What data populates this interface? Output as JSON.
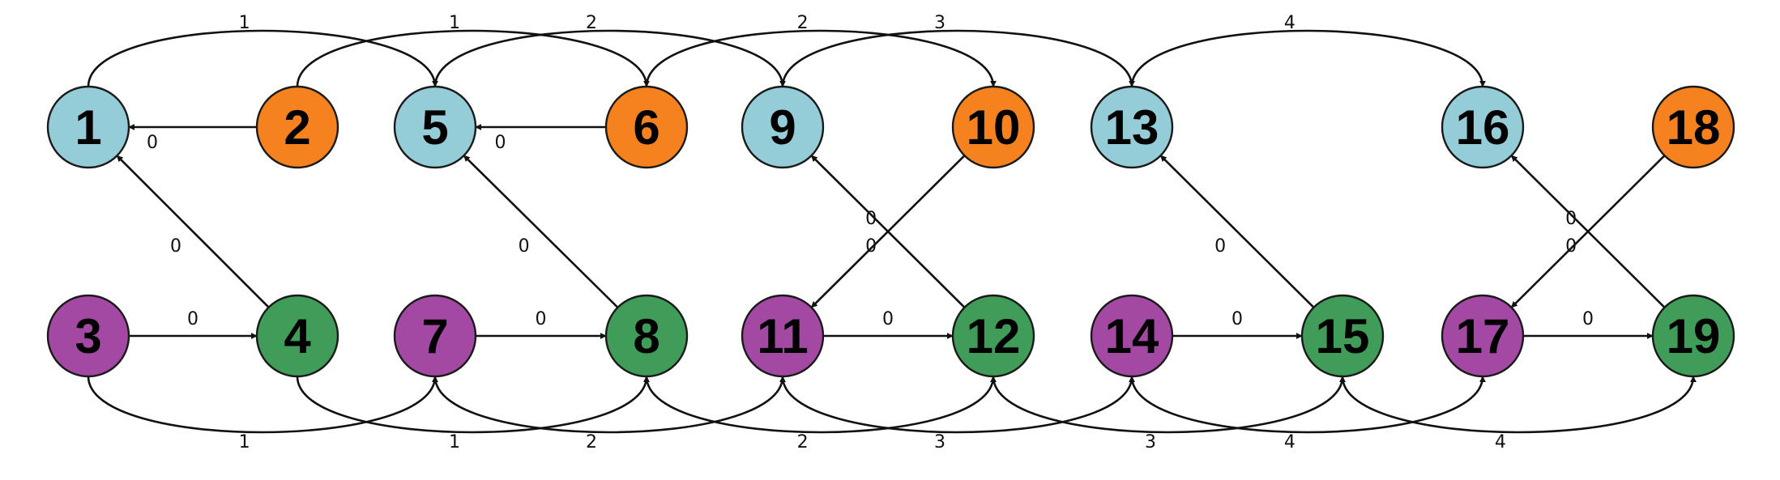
{
  "colors": {
    "cyan": "#94CCD8",
    "orange": "#F5821F",
    "purple": "#A349A4",
    "green": "#409C59",
    "edge": "#111111"
  },
  "nodes": [
    {
      "id": "1",
      "color": "cyan"
    },
    {
      "id": "2",
      "color": "orange"
    },
    {
      "id": "5",
      "color": "cyan"
    },
    {
      "id": "6",
      "color": "orange"
    },
    {
      "id": "9",
      "color": "cyan"
    },
    {
      "id": "10",
      "color": "orange"
    },
    {
      "id": "13",
      "color": "cyan"
    },
    {
      "id": "16",
      "color": "cyan"
    },
    {
      "id": "18",
      "color": "orange"
    },
    {
      "id": "3",
      "color": "purple"
    },
    {
      "id": "4",
      "color": "green"
    },
    {
      "id": "7",
      "color": "purple"
    },
    {
      "id": "8",
      "color": "green"
    },
    {
      "id": "11",
      "color": "purple"
    },
    {
      "id": "12",
      "color": "green"
    },
    {
      "id": "14",
      "color": "purple"
    },
    {
      "id": "15",
      "color": "green"
    },
    {
      "id": "17",
      "color": "purple"
    },
    {
      "id": "19",
      "color": "green"
    }
  ],
  "edges": [
    {
      "from": "1",
      "to": "5",
      "label": "1"
    },
    {
      "from": "2",
      "to": "6",
      "label": "1"
    },
    {
      "from": "5",
      "to": "9",
      "label": "2"
    },
    {
      "from": "6",
      "to": "10",
      "label": "2"
    },
    {
      "from": "9",
      "to": "13",
      "label": "3"
    },
    {
      "from": "13",
      "to": "16",
      "label": "4"
    },
    {
      "from": "2",
      "to": "1",
      "label": "0"
    },
    {
      "from": "6",
      "to": "5",
      "label": "0"
    },
    {
      "from": "4",
      "to": "1",
      "label": "0"
    },
    {
      "from": "8",
      "to": "5",
      "label": "0"
    },
    {
      "from": "12",
      "to": "9",
      "label": "0"
    },
    {
      "from": "10",
      "to": "11",
      "label": "0"
    },
    {
      "from": "15",
      "to": "13",
      "label": "0"
    },
    {
      "from": "19",
      "to": "16",
      "label": "0"
    },
    {
      "from": "18",
      "to": "17",
      "label": "0"
    },
    {
      "from": "3",
      "to": "4",
      "label": "0"
    },
    {
      "from": "7",
      "to": "8",
      "label": "0"
    },
    {
      "from": "11",
      "to": "12",
      "label": "0"
    },
    {
      "from": "14",
      "to": "15",
      "label": "0"
    },
    {
      "from": "17",
      "to": "19",
      "label": "0"
    },
    {
      "from": "3",
      "to": "7",
      "label": "1"
    },
    {
      "from": "4",
      "to": "8",
      "label": "1"
    },
    {
      "from": "7",
      "to": "11",
      "label": "2"
    },
    {
      "from": "8",
      "to": "12",
      "label": "2"
    },
    {
      "from": "11",
      "to": "14",
      "label": "3"
    },
    {
      "from": "12",
      "to": "15",
      "label": "3"
    },
    {
      "from": "14",
      "to": "17",
      "label": "4"
    },
    {
      "from": "15",
      "to": "19",
      "label": "4"
    }
  ]
}
